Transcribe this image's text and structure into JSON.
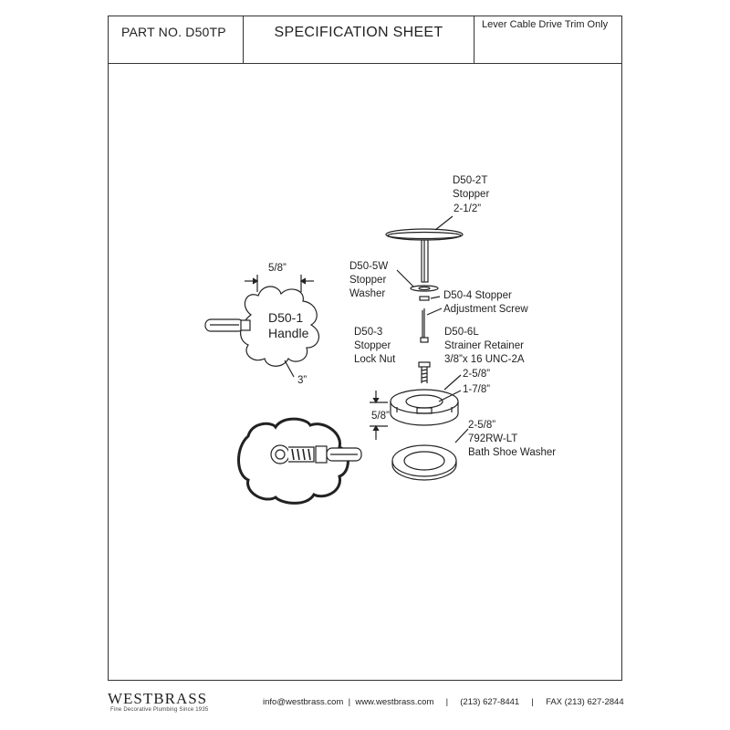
{
  "header": {
    "part_no": "PART NO.  D50TP",
    "title": "SPECIFICATION SHEET",
    "trim_note": "Lever Cable Drive Trim Only"
  },
  "labels": {
    "stopper": "D50-2T\nStopper",
    "stopper_dim": "2-1/2”",
    "washer": "D50-5W\nStopper\nWasher",
    "adj_screw": "D50-4 Stopper\nAdjustment Screw",
    "lock_nut": "D50-3\nStopper\nLock Nut",
    "retainer": "D50-6L\nStrainer Retainer\n3/8”x 16 UNC-2A",
    "strainer_top": "2-5/8”",
    "strainer_mid": "1-7/8”",
    "strainer_height": "5/8”",
    "shoe_washer": "2-5/8”\n792RW-LT\nBath Shoe Washer",
    "handle": "D50-1\nHandle",
    "handle_width": "5/8”",
    "handle_dia": "3”"
  },
  "footer": {
    "brand": "WESTBRASS",
    "tagline": "Fine Decorative Plumbing Since 1935",
    "contact": "info@westbrass.com  |  www.westbrass.com     |     (213) 627-8441     |     FAX (213) 627-2844"
  }
}
